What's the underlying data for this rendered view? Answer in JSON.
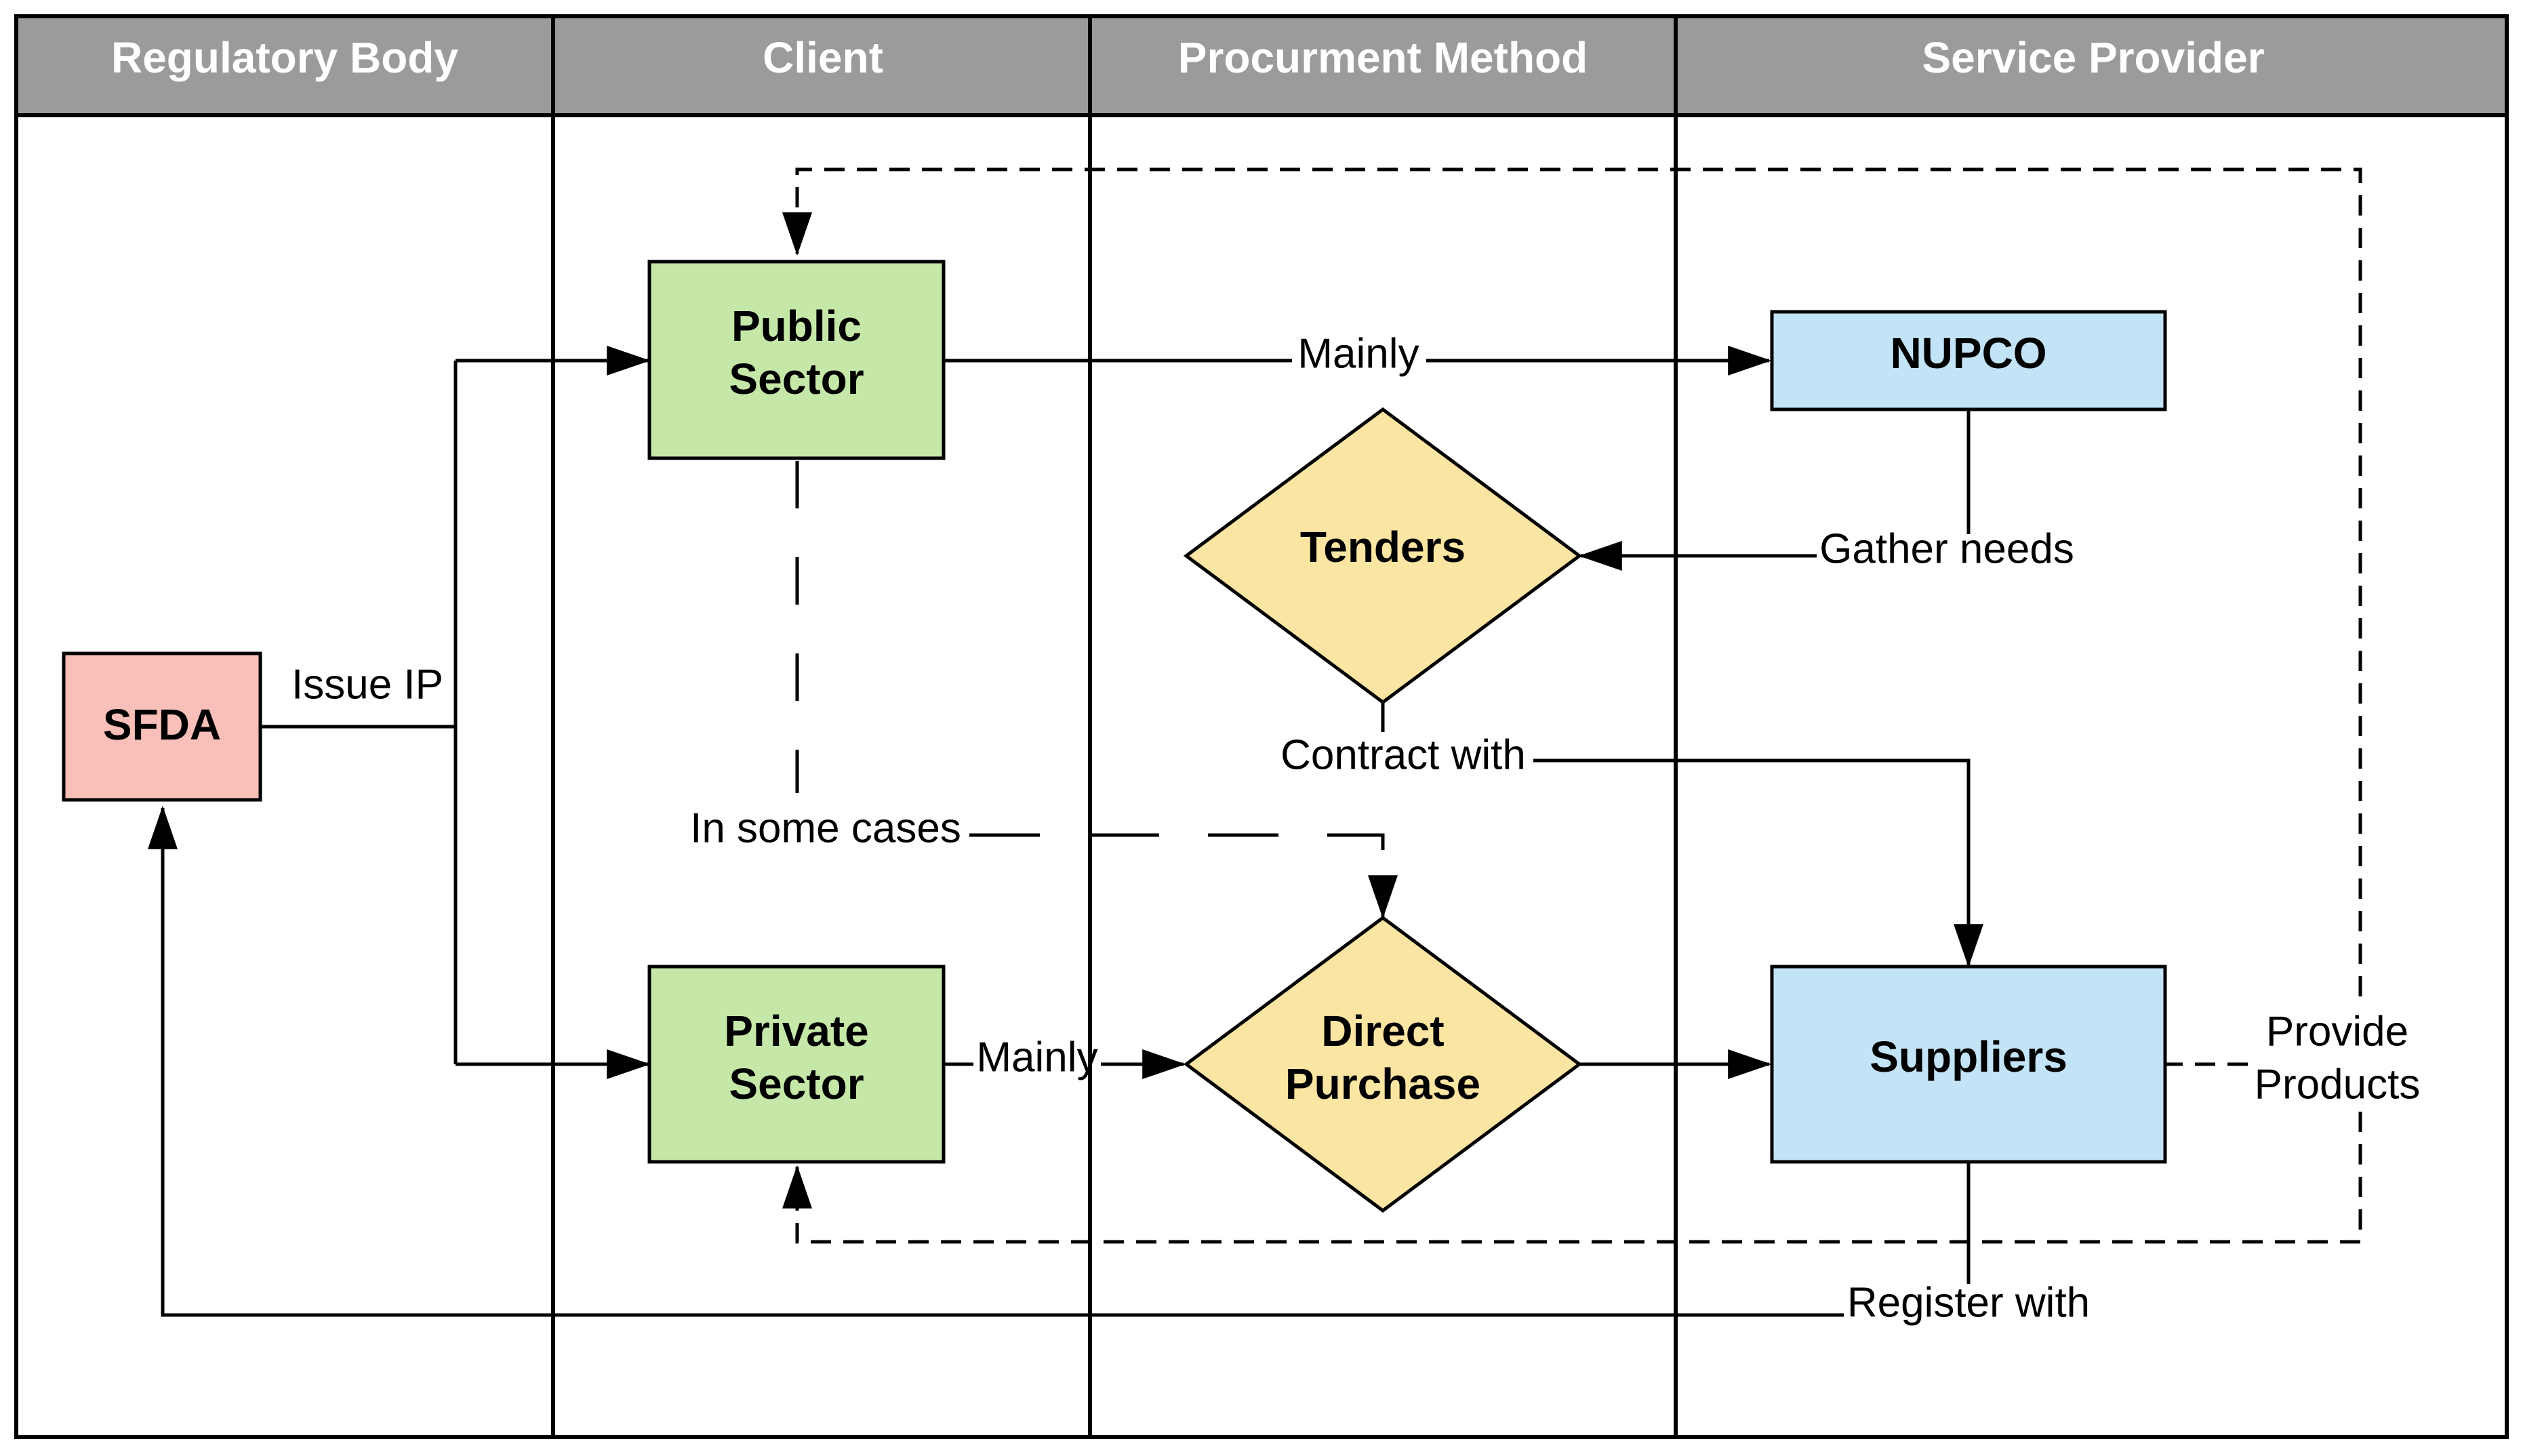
{
  "colors": {
    "header_bg": "#9b9b9b",
    "header_text": "#ffffff",
    "public_private_fill": "#c5e8a9",
    "nupco_suppliers_fill": "#c3e3f6",
    "decision_fill": "#fbe5a2",
    "sfda_fill": "#f9bfb9",
    "line": "#000000"
  },
  "lanes": {
    "regulatory": "Regulatory Body",
    "client": "Client",
    "procurement": "Procurment Method",
    "provider": "Service Provider"
  },
  "nodes": {
    "sfda": "SFDA",
    "public_line1": "Public",
    "public_line2": "Sector",
    "private_line1": "Private",
    "private_line2": "Sector",
    "nupco": "NUPCO",
    "tenders": "Tenders",
    "direct_line1": "Direct",
    "direct_line2": "Purchase",
    "suppliers": "Suppliers"
  },
  "edges": {
    "issue_ip": "Issue IP",
    "mainly_public": "Mainly",
    "gather_needs": "Gather needs",
    "contract_with": "Contract with",
    "in_some_cases": "In some cases",
    "mainly_private": "Mainly",
    "provide_line1": "Provide",
    "provide_line2": "Products",
    "register_with": "Register with"
  }
}
